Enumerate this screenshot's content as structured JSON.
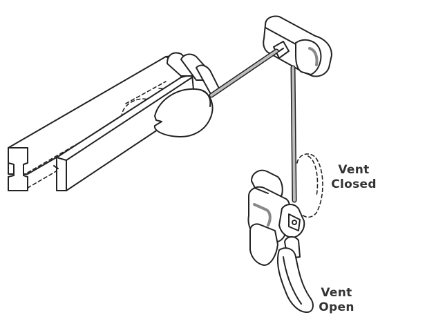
{
  "labels": {
    "vent_closed": {
      "line1": "Vent",
      "line2": "Closed"
    },
    "vent_open": {
      "line1": "Vent",
      "line2": "Open"
    }
  },
  "colors": {
    "stroke": "#222222",
    "fill": "#ffffff",
    "shadow": "#888888",
    "cable": "#bdbdbd"
  }
}
